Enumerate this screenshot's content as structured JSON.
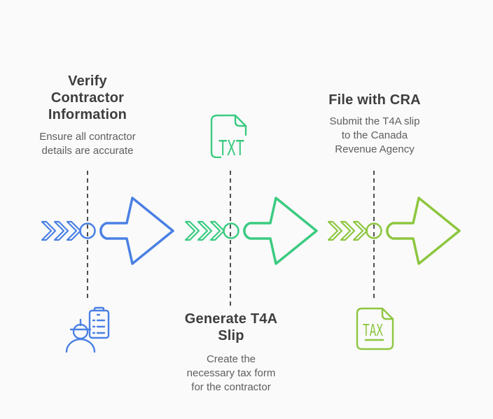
{
  "colors": {
    "background": "#fafafa",
    "heading_text": "#3e3e3e",
    "body_text": "#5e5e5e",
    "connector_dash": "#4f4f4f",
    "step1_accent_blue": "#4a80e4",
    "step2_accent_green": "#3bcb81",
    "step3_accent_lime": "#8dc63f"
  },
  "steps": [
    {
      "title": "Verify Contractor Information",
      "title_lines": [
        "Verify",
        "Contractor",
        "Information"
      ],
      "subtitle": "Ensure all contractor details are accurate",
      "subtitle_lines": [
        "Ensure all contractor",
        "details are accurate"
      ],
      "accent": "#4a80e4",
      "icon": "contractor-with-clipboard"
    },
    {
      "title": "Generate T4A Slip",
      "title_lines": [
        "Generate T4A",
        "Slip"
      ],
      "subtitle": "Create the necessary tax form for the contractor",
      "subtitle_lines": [
        "Create the",
        "necessary tax form",
        "for the contractor"
      ],
      "accent": "#3bcb81",
      "icon": "txt-file",
      "icon_label": "TXT"
    },
    {
      "title": "File with CRA",
      "title_lines": [
        "File with CRA"
      ],
      "subtitle": "Submit the T4A slip to the Canada Revenue Agency",
      "subtitle_lines": [
        "Submit the T4A slip",
        "to the Canada",
        "Revenue Agency"
      ],
      "accent": "#8dc63f",
      "icon": "tax-file",
      "icon_label": "TAX"
    }
  ]
}
